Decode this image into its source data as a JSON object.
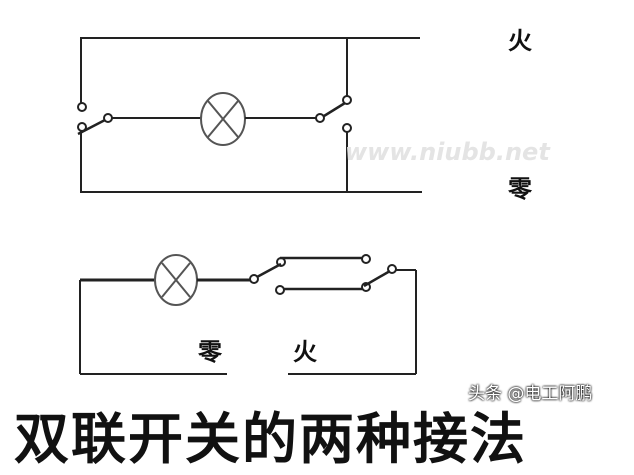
{
  "diagram": {
    "top_circuit": {
      "live_label": "火",
      "neutral_label": "零"
    },
    "bottom_circuit": {
      "neutral_label": "零",
      "live_label": "火"
    },
    "title": "双联开关的两种接法",
    "watermark_site": "www.niubb.net",
    "watermark_author": "头条 @电工阿鹏"
  }
}
